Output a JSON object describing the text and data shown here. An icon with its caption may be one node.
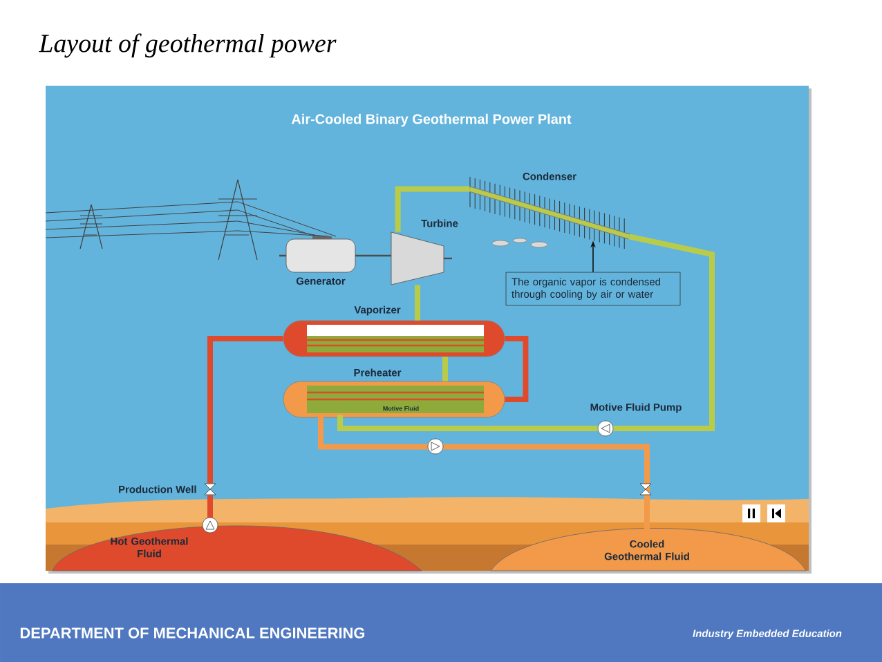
{
  "diagram": {
    "title": "Layout of geothermal power",
    "nodes": [
      {
        "text": [
          "Generator"
        ]
      },
      {
        "text": [
          "Turbine"
        ]
      },
      {
        "text": [
          "Condenser"
        ]
      },
      {
        "text": [
          "The organic vapor is condensed through cooling by air or water"
        ]
      },
      {
        "text": [
          "Vaporizer"
        ]
      },
      {
        "text": [
          "Preheater"
        ]
      },
      {
        "text": [
          "Motive Fluid Pump"
        ]
      },
      {
        "text": [
          "Production Well"
        ]
      },
      {
        "text": [
          "Hot Geothermal Fluid"
        ]
      },
      {
        "text": [
          "Cooled Geothermal Fluid"
        ]
      }
    ],
    "edges": [
      {
        "from": 8,
        "to": 7,
        "arrow": "to",
        "color": "#e04a2c"
      },
      {
        "from": 7,
        "to": 4,
        "arrow": "none",
        "color": "#e04a2c"
      },
      {
        "from": 4,
        "to": 5,
        "arrow": "none",
        "color": "#e04a2c"
      },
      {
        "from": 5,
        "to": 9,
        "arrow": "to",
        "color": "#f29a4a"
      },
      {
        "from": 4,
        "to": 1,
        "arrow": "none"
      },
      {
        "from": 1,
        "to": 2,
        "arrow": "none"
      },
      {
        "from": 2,
        "to": 6,
        "arrow": "none"
      },
      {
        "from": 6,
        "to": 5,
        "arrow": "none"
      },
      {
        "from": 5,
        "to": 4,
        "arrow": "none"
      },
      {
        "from": 3,
        "to": 2,
        "arrow": "to",
        "color": "#111111"
      }
    ],
    "labels": [
      "Air-Cooled Binary Geothermal Power Plant",
      "Motive Fluid",
      "DEPARTMENT OF MECHANICAL ENGINEERING",
      "Industry Embedded Education"
    ]
  }
}
